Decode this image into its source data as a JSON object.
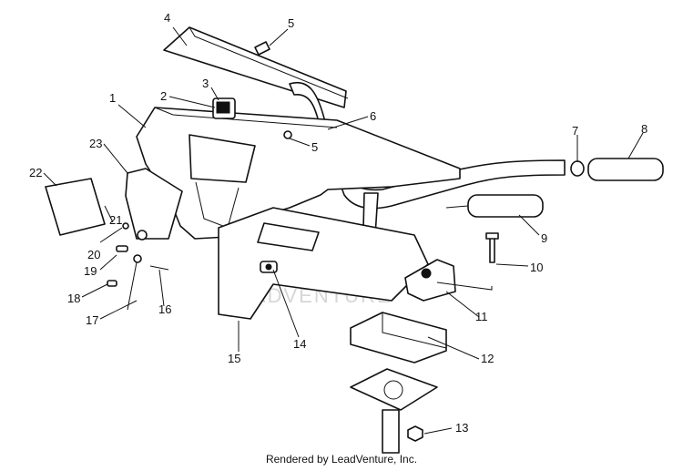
{
  "diagram": {
    "callouts": [
      {
        "id": "c1",
        "label": "1"
      },
      {
        "id": "c2",
        "label": "2"
      },
      {
        "id": "c3",
        "label": "3"
      },
      {
        "id": "c4",
        "label": "4"
      },
      {
        "id": "c5a",
        "label": "5"
      },
      {
        "id": "c5b",
        "label": "5"
      },
      {
        "id": "c6",
        "label": "6"
      },
      {
        "id": "c7",
        "label": "7"
      },
      {
        "id": "c8",
        "label": "8"
      },
      {
        "id": "c9",
        "label": "9"
      },
      {
        "id": "c10",
        "label": "10"
      },
      {
        "id": "c11",
        "label": "11"
      },
      {
        "id": "c12",
        "label": "12"
      },
      {
        "id": "c13",
        "label": "13"
      },
      {
        "id": "c14",
        "label": "14"
      },
      {
        "id": "c15",
        "label": "15"
      },
      {
        "id": "c16",
        "label": "16"
      },
      {
        "id": "c17",
        "label": "17"
      },
      {
        "id": "c18",
        "label": "18"
      },
      {
        "id": "c19",
        "label": "19"
      },
      {
        "id": "c20",
        "label": "20"
      },
      {
        "id": "c21",
        "label": "21"
      },
      {
        "id": "c22",
        "label": "22"
      },
      {
        "id": "c23",
        "label": "23"
      }
    ],
    "watermark": "LEADVENTURE",
    "footer": "Rendered by LeadVenture, Inc."
  }
}
